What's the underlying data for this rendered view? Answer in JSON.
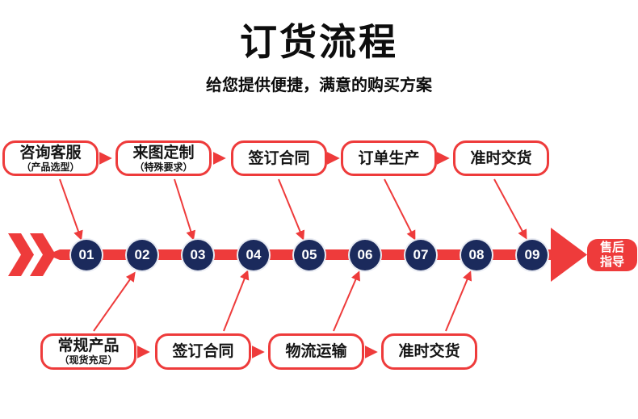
{
  "header": {
    "title": "订货流程",
    "subtitle": "给您提供便捷，满意的购买方案"
  },
  "colors": {
    "accent_red": "#ee3b3b",
    "node_navy": "#1b2a5c",
    "text_black": "#0d0d0d"
  },
  "top_steps": [
    {
      "label": "咨询客服",
      "sublabel": "（产品选型）"
    },
    {
      "label": "来图定制",
      "sublabel": "（特殊要求）"
    },
    {
      "label": "签订合同",
      "sublabel": ""
    },
    {
      "label": "订单生产",
      "sublabel": ""
    },
    {
      "label": "准时交货",
      "sublabel": ""
    }
  ],
  "bottom_steps": [
    {
      "label": "常规产品",
      "sublabel": "（现货充足）"
    },
    {
      "label": "签订合同",
      "sublabel": ""
    },
    {
      "label": "物流运输",
      "sublabel": ""
    },
    {
      "label": "准时交货",
      "sublabel": ""
    }
  ],
  "timeline": {
    "numbers": [
      "01",
      "02",
      "03",
      "04",
      "05",
      "06",
      "07",
      "08",
      "09"
    ]
  },
  "endpoint": {
    "line1": "售后",
    "line2": "指导"
  }
}
